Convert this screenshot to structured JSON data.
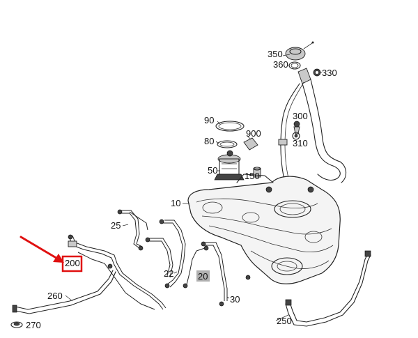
{
  "diagram": {
    "part_labels": [
      "350",
      "360",
      "330",
      "300",
      "310",
      "90",
      "900",
      "80",
      "50",
      "150",
      "10",
      "25",
      "200",
      "22",
      "20",
      "30",
      "260",
      "270",
      "250"
    ],
    "colors": {
      "highlight": "#e01010",
      "line": "#222222",
      "highlight_label_bg": "#b0b0b0"
    }
  }
}
